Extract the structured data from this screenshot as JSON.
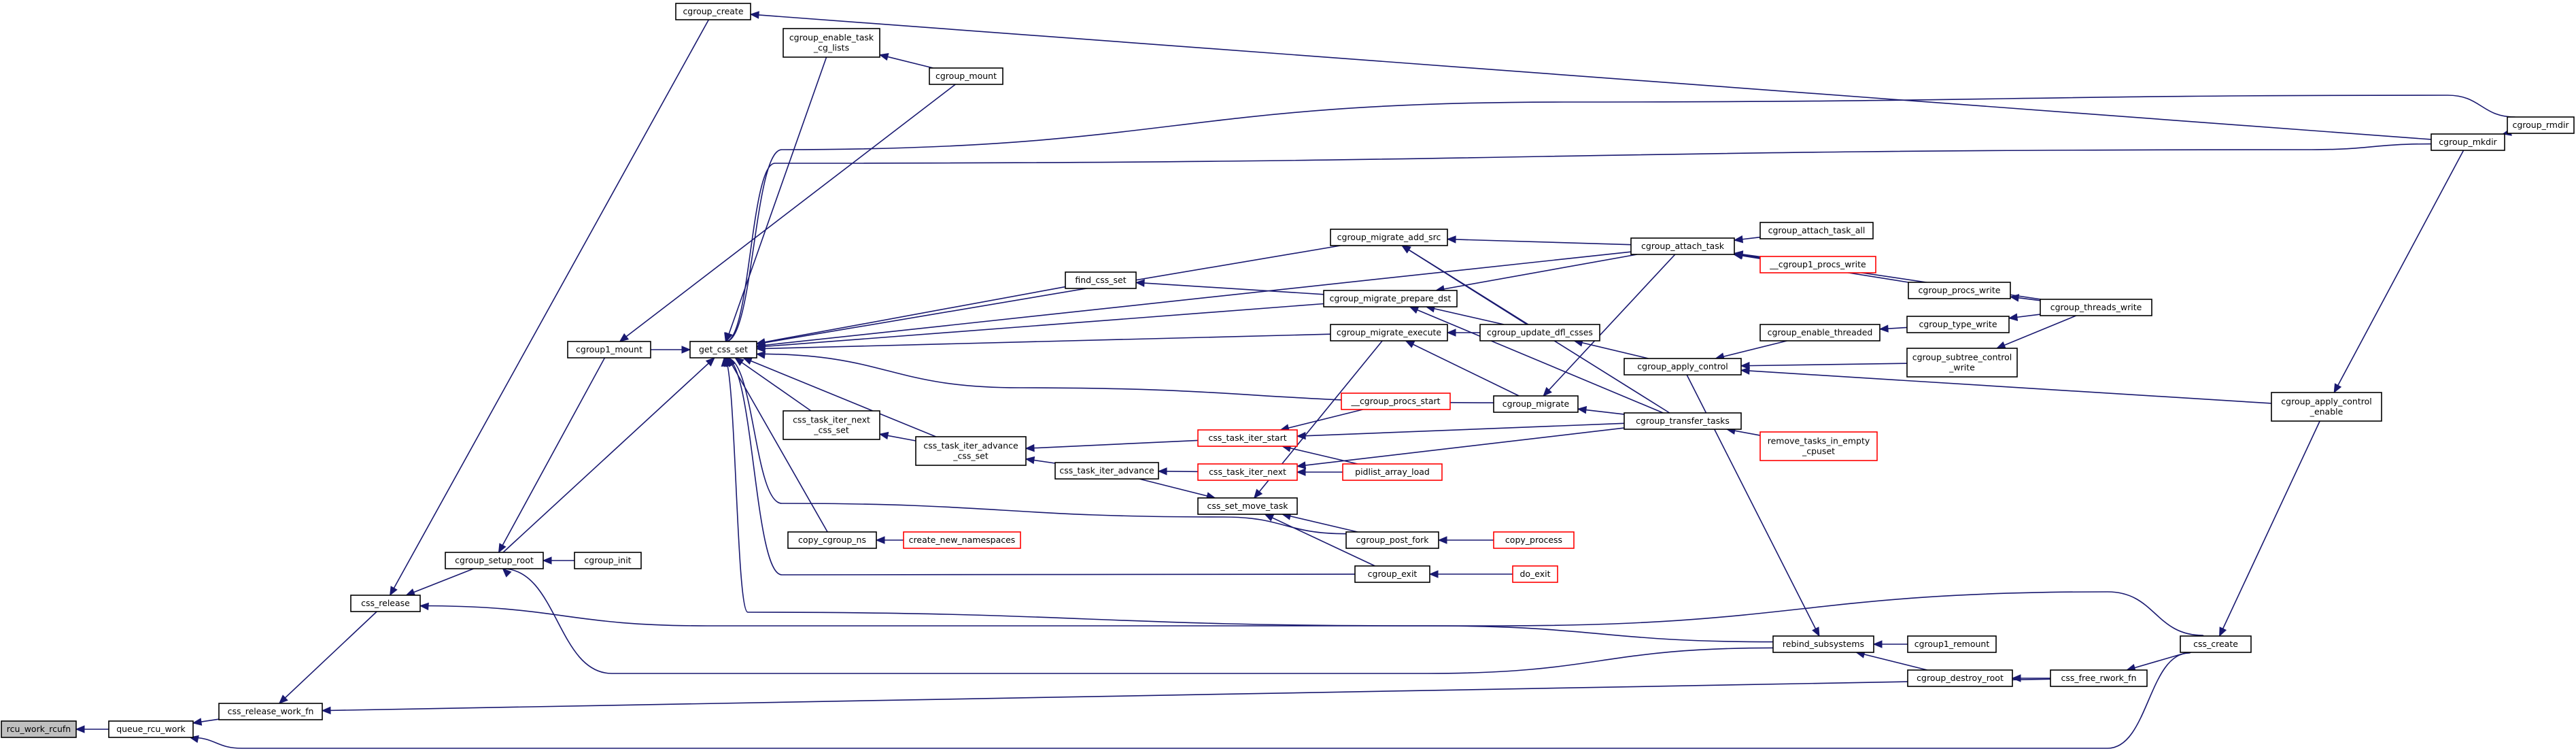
{
  "diagram": {
    "type": "call-graph",
    "colors": {
      "edge": "#191970",
      "node_border": "#000000",
      "node_border_truncated": "#ff0000",
      "root_fill": "#bfbfbf"
    },
    "nodes": [
      {
        "id": "rcu_work_rcufn",
        "lines": [
          "rcu_work_rcufn"
        ],
        "root": true
      },
      {
        "id": "queue_rcu_work",
        "lines": [
          "queue_rcu_work"
        ]
      },
      {
        "id": "css_release_work_fn",
        "lines": [
          "css_release_work_fn"
        ]
      },
      {
        "id": "css_release",
        "lines": [
          "css_release"
        ]
      },
      {
        "id": "cgroup_create",
        "lines": [
          "cgroup_create"
        ]
      },
      {
        "id": "cgroup_setup_root",
        "lines": [
          "cgroup_setup_root"
        ]
      },
      {
        "id": "cgroup_init",
        "lines": [
          "cgroup_init"
        ]
      },
      {
        "id": "cgroup1_mount",
        "lines": [
          "cgroup1_mount"
        ]
      },
      {
        "id": "get_css_set",
        "lines": [
          "get_css_set"
        ]
      },
      {
        "id": "cgroup_enable_task_cg_lists",
        "lines": [
          "cgroup_enable_task",
          "_cg_lists"
        ]
      },
      {
        "id": "cgroup_mount",
        "lines": [
          "cgroup_mount"
        ]
      },
      {
        "id": "find_css_set",
        "lines": [
          "find_css_set"
        ]
      },
      {
        "id": "css_task_iter_next_css_set",
        "lines": [
          "css_task_iter_next",
          "_css_set"
        ]
      },
      {
        "id": "css_task_iter_advance_css_set",
        "lines": [
          "css_task_iter_advance",
          "_css_set"
        ]
      },
      {
        "id": "css_task_iter_advance",
        "lines": [
          "css_task_iter_advance"
        ]
      },
      {
        "id": "copy_cgroup_ns",
        "lines": [
          "copy_cgroup_ns"
        ]
      },
      {
        "id": "create_new_namespaces",
        "lines": [
          "create_new_namespaces"
        ],
        "red": true
      },
      {
        "id": "cgroup_migrate_add_src",
        "lines": [
          "cgroup_migrate_add_src"
        ]
      },
      {
        "id": "cgroup_migrate_prepare_dst",
        "lines": [
          "cgroup_migrate_prepare_dst"
        ]
      },
      {
        "id": "cgroup_migrate_execute",
        "lines": [
          "cgroup_migrate_execute"
        ]
      },
      {
        "id": "cgroup_migrate",
        "lines": [
          "cgroup_migrate"
        ]
      },
      {
        "id": "css_task_iter_start",
        "lines": [
          "css_task_iter_start"
        ],
        "red": true
      },
      {
        "id": "css_task_iter_next",
        "lines": [
          "css_task_iter_next"
        ],
        "red": true
      },
      {
        "id": "css_set_move_task",
        "lines": [
          "css_set_move_task"
        ]
      },
      {
        "id": "cgroup_post_fork",
        "lines": [
          "cgroup_post_fork"
        ]
      },
      {
        "id": "cgroup_exit",
        "lines": [
          "cgroup_exit"
        ]
      },
      {
        "id": "cgroup_procs_start",
        "lines": [
          "__cgroup_procs_start"
        ],
        "red": true
      },
      {
        "id": "pidlist_array_load",
        "lines": [
          "pidlist_array_load"
        ],
        "red": true
      },
      {
        "id": "copy_process",
        "lines": [
          "copy_process"
        ],
        "red": true
      },
      {
        "id": "do_exit",
        "lines": [
          "do_exit"
        ],
        "red": true
      },
      {
        "id": "cgroup_update_dfl_csses",
        "lines": [
          "cgroup_update_dfl_csses"
        ]
      },
      {
        "id": "cgroup_attach_task",
        "lines": [
          "cgroup_attach_task"
        ]
      },
      {
        "id": "cgroup_transfer_tasks",
        "lines": [
          "cgroup_transfer_tasks"
        ]
      },
      {
        "id": "cgroup_apply_control",
        "lines": [
          "cgroup_apply_control"
        ]
      },
      {
        "id": "rebind_subsystems",
        "lines": [
          "rebind_subsystems"
        ]
      },
      {
        "id": "cgroup_attach_task_all",
        "lines": [
          "cgroup_attach_task_all"
        ]
      },
      {
        "id": "cgroup1_procs_write",
        "lines": [
          "__cgroup1_procs_write"
        ],
        "red": true
      },
      {
        "id": "cgroup_procs_write",
        "lines": [
          "cgroup_procs_write"
        ]
      },
      {
        "id": "cgroup_enable_threaded",
        "lines": [
          "cgroup_enable_threaded"
        ]
      },
      {
        "id": "cgroup_type_write",
        "lines": [
          "cgroup_type_write"
        ]
      },
      {
        "id": "cgroup_subtree_control_write",
        "lines": [
          "cgroup_subtree_control",
          "_write"
        ]
      },
      {
        "id": "cgroup_threads_write",
        "lines": [
          "cgroup_threads_write"
        ]
      },
      {
        "id": "remove_tasks_in_empty_cpuset",
        "lines": [
          "remove_tasks_in_empty",
          "_cpuset"
        ],
        "red": true
      },
      {
        "id": "cgroup1_remount",
        "lines": [
          "cgroup1_remount"
        ]
      },
      {
        "id": "cgroup_destroy_root",
        "lines": [
          "cgroup_destroy_root"
        ]
      },
      {
        "id": "css_free_rwork_fn",
        "lines": [
          "css_free_rwork_fn"
        ]
      },
      {
        "id": "css_create",
        "lines": [
          "css_create"
        ]
      },
      {
        "id": "cgroup_apply_control_enable",
        "lines": [
          "cgroup_apply_control",
          "_enable"
        ]
      },
      {
        "id": "cgroup_mkdir",
        "lines": [
          "cgroup_mkdir"
        ]
      },
      {
        "id": "cgroup_rmdir",
        "lines": [
          "cgroup_rmdir"
        ]
      }
    ],
    "edges": [
      [
        "rcu_work_rcufn",
        "queue_rcu_work"
      ],
      [
        "queue_rcu_work",
        "css_release_work_fn"
      ],
      [
        "queue_rcu_work",
        "css_create"
      ],
      [
        "css_release_work_fn",
        "css_release"
      ],
      [
        "css_release_work_fn",
        "css_free_rwork_fn"
      ],
      [
        "css_release",
        "cgroup_create"
      ],
      [
        "css_release",
        "cgroup_setup_root"
      ],
      [
        "css_release",
        "css_create"
      ],
      [
        "cgroup_create",
        "cgroup_mkdir"
      ],
      [
        "cgroup_setup_root",
        "cgroup1_mount"
      ],
      [
        "cgroup_setup_root",
        "cgroup_init"
      ],
      [
        "cgroup_setup_root",
        "rebind_subsystems"
      ],
      [
        "cgroup1_mount",
        "cgroup_mount"
      ],
      [
        "get_css_set",
        "cgroup_setup_root"
      ],
      [
        "get_css_set",
        "cgroup1_mount"
      ],
      [
        "get_css_set",
        "cgroup_enable_task_cg_lists"
      ],
      [
        "get_css_set",
        "cgroup_rmdir"
      ],
      [
        "get_css_set",
        "cgroup_mkdir"
      ],
      [
        "get_css_set",
        "cgroup_attach_task"
      ],
      [
        "get_css_set",
        "cgroup_migrate_add_src"
      ],
      [
        "get_css_set",
        "find_css_set"
      ],
      [
        "get_css_set",
        "cgroup_migrate_prepare_dst"
      ],
      [
        "get_css_set",
        "cgroup_migrate_execute"
      ],
      [
        "get_css_set",
        "cgroup_migrate"
      ],
      [
        "get_css_set",
        "css_task_iter_next_css_set"
      ],
      [
        "get_css_set",
        "css_task_iter_advance_css_set"
      ],
      [
        "get_css_set",
        "cgroup_post_fork"
      ],
      [
        "get_css_set",
        "copy_cgroup_ns"
      ],
      [
        "get_css_set",
        "cgroup_exit"
      ],
      [
        "get_css_set",
        "rebind_subsystems"
      ],
      [
        "cgroup_enable_task_cg_lists",
        "cgroup_mount"
      ],
      [
        "find_css_set",
        "cgroup_migrate_prepare_dst"
      ],
      [
        "css_task_iter_next_css_set",
        "css_task_iter_advance_css_set"
      ],
      [
        "css_task_iter_advance_css_set",
        "css_task_iter_start"
      ],
      [
        "css_task_iter_advance_css_set",
        "css_task_iter_advance"
      ],
      [
        "css_task_iter_advance",
        "css_task_iter_next"
      ],
      [
        "copy_cgroup_ns",
        "create_new_namespaces"
      ],
      [
        "cgroup_migrate_add_src",
        "cgroup_attach_task"
      ],
      [
        "cgroup_migrate_add_src",
        "cgroup_update_dfl_csses"
      ],
      [
        "cgroup_migrate_add_src",
        "cgroup_transfer_tasks"
      ],
      [
        "cgroup_migrate_prepare_dst",
        "cgroup_attach_task"
      ],
      [
        "cgroup_migrate_prepare_dst",
        "cgroup_update_dfl_csses"
      ],
      [
        "cgroup_migrate_prepare_dst",
        "cgroup_transfer_tasks"
      ],
      [
        "cgroup_migrate_execute",
        "cgroup_migrate"
      ],
      [
        "cgroup_migrate_execute",
        "cgroup_update_dfl_csses"
      ],
      [
        "cgroup_migrate",
        "cgroup_attach_task"
      ],
      [
        "cgroup_migrate",
        "cgroup_transfer_tasks"
      ],
      [
        "css_task_iter_start",
        "cgroup_procs_start"
      ],
      [
        "css_task_iter_start",
        "pidlist_array_load"
      ],
      [
        "css_task_iter_start",
        "cgroup_transfer_tasks"
      ],
      [
        "css_task_iter_next",
        "pidlist_array_load"
      ],
      [
        "css_task_iter_next",
        "cgroup_transfer_tasks"
      ],
      [
        "css_set_move_task",
        "css_task_iter_advance"
      ],
      [
        "css_set_move_task",
        "cgroup_migrate_execute"
      ],
      [
        "css_set_move_task",
        "cgroup_post_fork"
      ],
      [
        "css_set_move_task",
        "cgroup_exit"
      ],
      [
        "cgroup_post_fork",
        "copy_process"
      ],
      [
        "cgroup_exit",
        "do_exit"
      ],
      [
        "cgroup_update_dfl_csses",
        "cgroup_apply_control"
      ],
      [
        "cgroup_attach_task",
        "cgroup_attach_task_all"
      ],
      [
        "cgroup_attach_task",
        "cgroup1_procs_write"
      ],
      [
        "cgroup_attach_task",
        "cgroup_procs_write"
      ],
      [
        "cgroup_attach_task",
        "cgroup_threads_write"
      ],
      [
        "cgroup_transfer_tasks",
        "remove_tasks_in_empty_cpuset"
      ],
      [
        "cgroup_apply_control",
        "cgroup_enable_threaded"
      ],
      [
        "cgroup_apply_control",
        "cgroup_subtree_control_write"
      ],
      [
        "cgroup_apply_control",
        "cgroup_apply_control_enable"
      ],
      [
        "rebind_subsystems",
        "cgroup_apply_control"
      ],
      [
        "rebind_subsystems",
        "cgroup1_remount"
      ],
      [
        "rebind_subsystems",
        "cgroup_destroy_root"
      ],
      [
        "cgroup_procs_write",
        "cgroup_threads_write"
      ],
      [
        "cgroup_enable_threaded",
        "cgroup_type_write"
      ],
      [
        "cgroup_type_write",
        "cgroup_threads_write"
      ],
      [
        "cgroup_subtree_control_write",
        "cgroup_threads_write"
      ],
      [
        "cgroup_destroy_root",
        "css_free_rwork_fn"
      ],
      [
        "css_free_rwork_fn",
        "css_create"
      ],
      [
        "css_create",
        "cgroup_apply_control_enable"
      ],
      [
        "cgroup_apply_control_enable",
        "cgroup_mkdir"
      ],
      [
        "cgroup_mkdir",
        "cgroup_rmdir"
      ]
    ]
  }
}
